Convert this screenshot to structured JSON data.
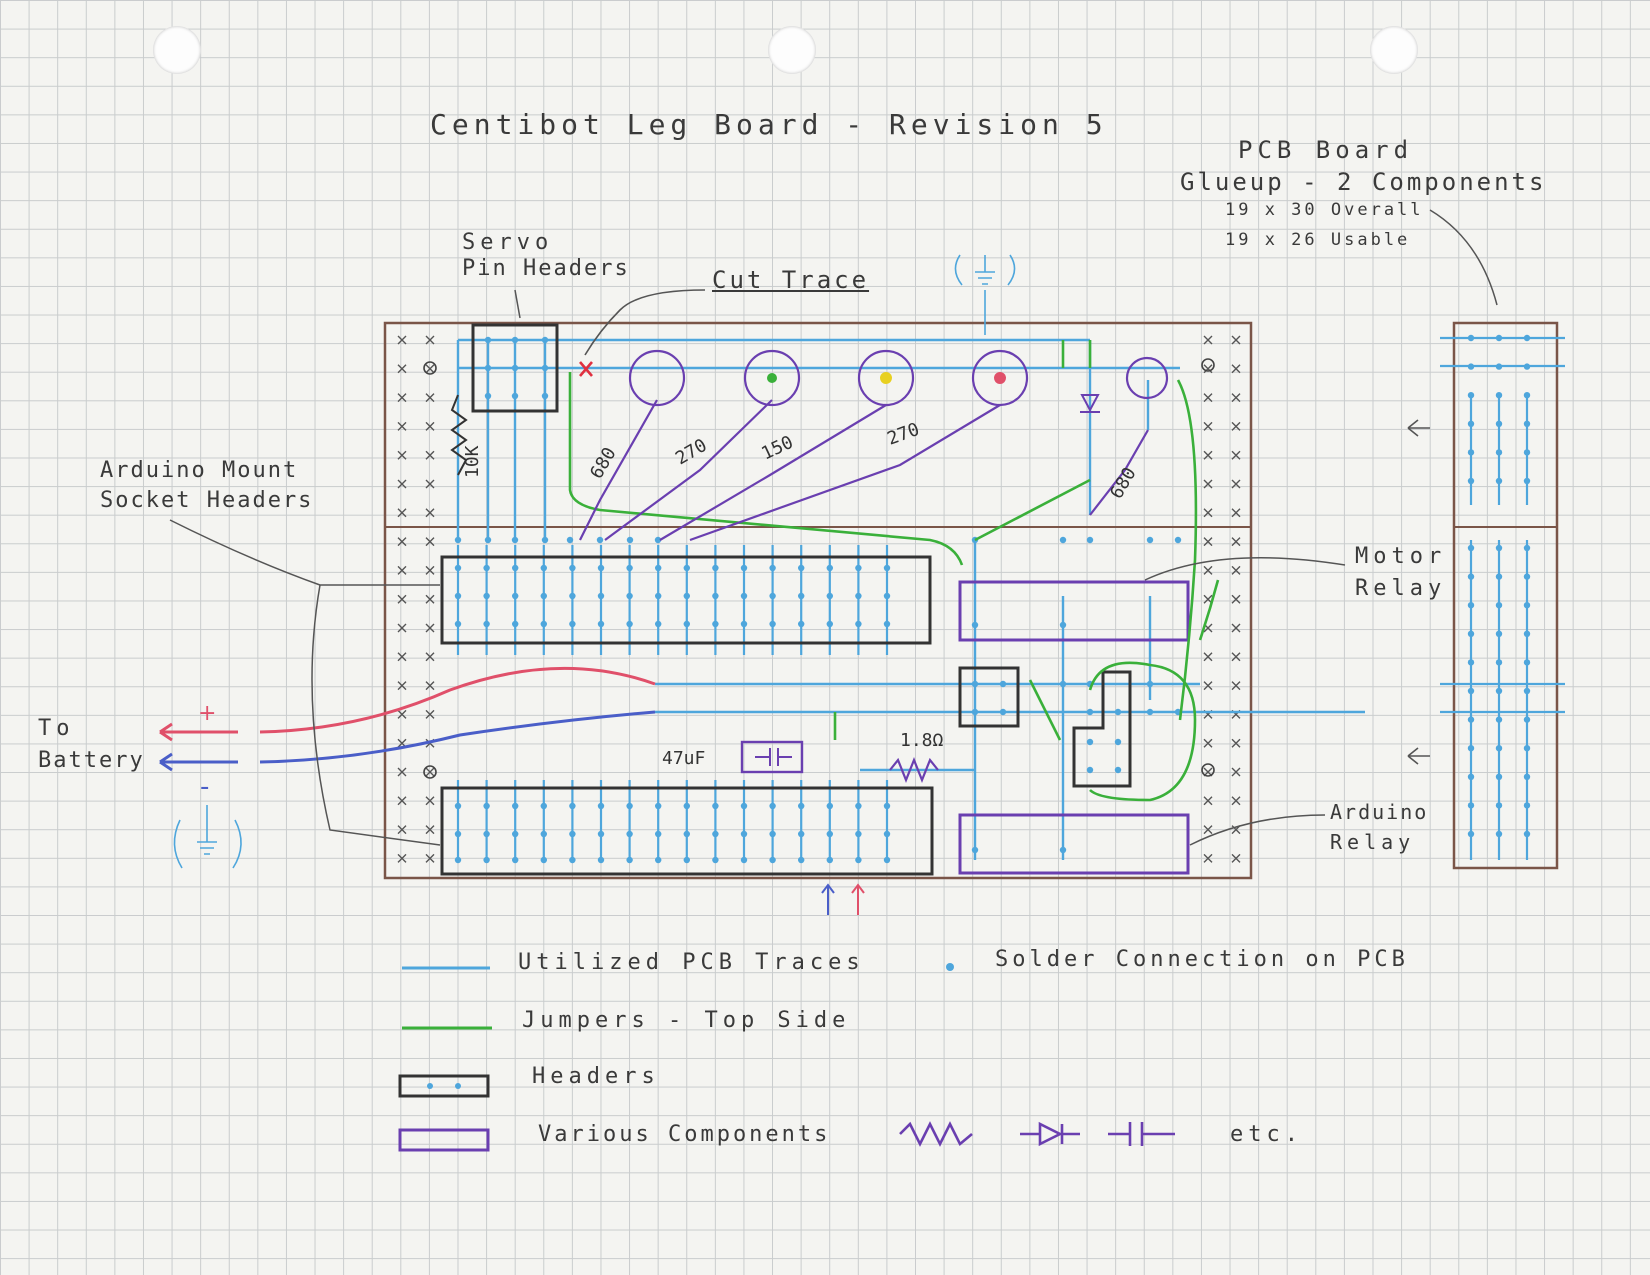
{
  "title": "Centibot Leg Board - Revision 5",
  "pcb_note": {
    "line1": "PCB Board",
    "line2": "Glueup - 2 Components",
    "line3": "19 x 30 Overall",
    "line4": "19 x 26 Usable"
  },
  "labels": {
    "servo": "Servo",
    "servo2": "Pin Headers",
    "cut_trace": "Cut Trace",
    "arduino_mount": "Arduino Mount",
    "arduino_mount2": "Socket Headers",
    "motor": "Motor",
    "relay": "Relay",
    "arduino": "Arduino",
    "arduino_relay": "Relay",
    "to": "To",
    "battery": "Battery",
    "plus": "+",
    "minus": "-"
  },
  "components": {
    "r_pullup": "10K",
    "r1": "680",
    "r2": "270",
    "r3": "150",
    "r4": "270",
    "r5": "680",
    "cap": "47uF",
    "r_shunt": "1.8Ω"
  },
  "legend": {
    "traces": "Utilized PCB Traces",
    "solder": "Solder Connection on PCB",
    "jumpers": "Jumpers - Top Side",
    "headers": "Headers",
    "various": "Various Components",
    "etc": "etc."
  },
  "colors": {
    "trace": "#4ea6dc",
    "jumper": "#3ab03a",
    "header": "#333333",
    "component": "#6a3fb0",
    "positive": "#e0506a",
    "negative": "#4a5ec8",
    "board_edge": "#7a5548"
  }
}
